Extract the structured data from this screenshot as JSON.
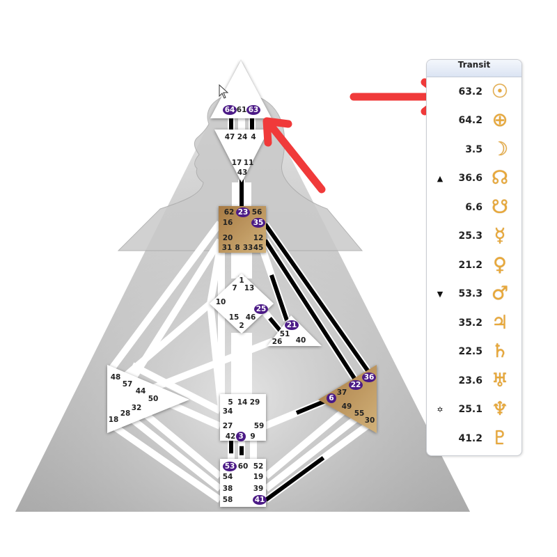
{
  "panel": {
    "title": "Transit",
    "rows": [
      {
        "marker": "",
        "value": "63.2",
        "planet": "sun",
        "glyph": "☉"
      },
      {
        "marker": "",
        "value": "64.2",
        "planet": "earth",
        "glyph": "⊕"
      },
      {
        "marker": "",
        "value": "3.5",
        "planet": "moon",
        "glyph": "☽"
      },
      {
        "marker": "▲",
        "value": "36.6",
        "planet": "north-node",
        "glyph": "☊"
      },
      {
        "marker": "",
        "value": "6.6",
        "planet": "south-node",
        "glyph": "☋"
      },
      {
        "marker": "",
        "value": "25.3",
        "planet": "mercury",
        "glyph": "☿"
      },
      {
        "marker": "",
        "value": "21.2",
        "planet": "venus",
        "glyph": "♀"
      },
      {
        "marker": "▼",
        "value": "53.3",
        "planet": "mars",
        "glyph": "♂"
      },
      {
        "marker": "",
        "value": "35.2",
        "planet": "jupiter",
        "glyph": "♃"
      },
      {
        "marker": "",
        "value": "22.5",
        "planet": "saturn",
        "glyph": "♄"
      },
      {
        "marker": "",
        "value": "23.6",
        "planet": "uranus",
        "glyph": "♅"
      },
      {
        "marker": "✡",
        "value": "25.1",
        "planet": "neptune",
        "glyph": "♆"
      },
      {
        "marker": "",
        "value": "41.2",
        "planet": "pluto",
        "glyph": "♇"
      }
    ]
  },
  "bodygraph": {
    "colors": {
      "defined_center": "#b8925a",
      "active_gate": "#4b1a86",
      "channel_active": "#000000",
      "arrow": "#f03a3a"
    },
    "centers": [
      {
        "name": "head",
        "defined": false,
        "gates": [
          {
            "n": "64",
            "active": true
          },
          {
            "n": "61",
            "active": false
          },
          {
            "n": "63",
            "active": true
          }
        ]
      },
      {
        "name": "ajna",
        "defined": false,
        "gates": [
          {
            "n": "47",
            "active": false
          },
          {
            "n": "24",
            "active": false
          },
          {
            "n": "4",
            "active": false
          },
          {
            "n": "17",
            "active": false
          },
          {
            "n": "11",
            "active": false
          },
          {
            "n": "43",
            "active": false
          }
        ]
      },
      {
        "name": "throat",
        "defined": true,
        "gates": [
          {
            "n": "62",
            "active": false
          },
          {
            "n": "23",
            "active": true
          },
          {
            "n": "56",
            "active": false
          },
          {
            "n": "16",
            "active": false
          },
          {
            "n": "35",
            "active": true
          },
          {
            "n": "20",
            "active": false
          },
          {
            "n": "12",
            "active": false
          },
          {
            "n": "31",
            "active": false
          },
          {
            "n": "8",
            "active": false
          },
          {
            "n": "33",
            "active": false
          },
          {
            "n": "45",
            "active": false
          }
        ]
      },
      {
        "name": "g",
        "defined": false,
        "gates": [
          {
            "n": "1",
            "active": false
          },
          {
            "n": "7",
            "active": false
          },
          {
            "n": "13",
            "active": false
          },
          {
            "n": "10",
            "active": false
          },
          {
            "n": "25",
            "active": true
          },
          {
            "n": "15",
            "active": false
          },
          {
            "n": "46",
            "active": false
          },
          {
            "n": "2",
            "active": false
          }
        ]
      },
      {
        "name": "heart",
        "defined": false,
        "gates": [
          {
            "n": "21",
            "active": true
          },
          {
            "n": "51",
            "active": false
          },
          {
            "n": "26",
            "active": false
          },
          {
            "n": "40",
            "active": false
          }
        ]
      },
      {
        "name": "spleen",
        "defined": false,
        "gates": [
          {
            "n": "48",
            "active": false
          },
          {
            "n": "57",
            "active": false
          },
          {
            "n": "44",
            "active": false
          },
          {
            "n": "50",
            "active": false
          },
          {
            "n": "32",
            "active": false
          },
          {
            "n": "28",
            "active": false
          },
          {
            "n": "18",
            "active": false
          }
        ]
      },
      {
        "name": "solar-plexus",
        "defined": true,
        "gates": [
          {
            "n": "36",
            "active": true
          },
          {
            "n": "22",
            "active": true
          },
          {
            "n": "6",
            "active": true
          },
          {
            "n": "37",
            "active": false
          },
          {
            "n": "49",
            "active": false
          },
          {
            "n": "55",
            "active": false
          },
          {
            "n": "30",
            "active": false
          }
        ]
      },
      {
        "name": "sacral",
        "defined": false,
        "gates": [
          {
            "n": "5",
            "active": false
          },
          {
            "n": "14",
            "active": false
          },
          {
            "n": "29",
            "active": false
          },
          {
            "n": "34",
            "active": false
          },
          {
            "n": "27",
            "active": false
          },
          {
            "n": "59",
            "active": false
          },
          {
            "n": "42",
            "active": false
          },
          {
            "n": "3",
            "active": true
          },
          {
            "n": "9",
            "active": false
          }
        ]
      },
      {
        "name": "root",
        "defined": false,
        "gates": [
          {
            "n": "53",
            "active": true
          },
          {
            "n": "60",
            "active": false
          },
          {
            "n": "52",
            "active": false
          },
          {
            "n": "54",
            "active": false
          },
          {
            "n": "19",
            "active": false
          },
          {
            "n": "38",
            "active": false
          },
          {
            "n": "39",
            "active": false
          },
          {
            "n": "58",
            "active": false
          },
          {
            "n": "41",
            "active": true
          }
        ]
      }
    ]
  }
}
